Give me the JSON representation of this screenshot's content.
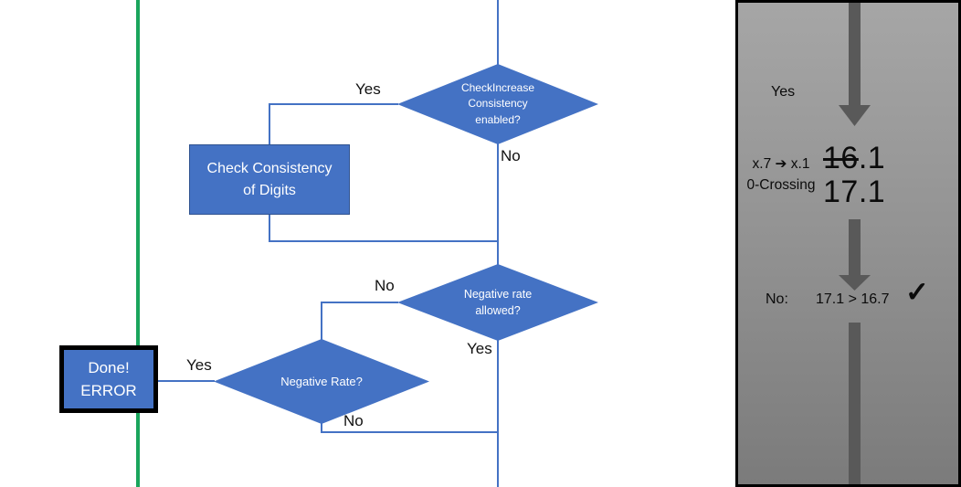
{
  "colors": {
    "shape_blue": "#4472C4",
    "shape_border_blue": "#2F528F",
    "connector_blue": "#4472C4",
    "green_line": "#1AA55C",
    "arrow_gray": "#595959",
    "panel_border": "#000000",
    "panel_gray_top": "#A6A6A6",
    "panel_gray_bottom": "#7B7B7B"
  },
  "flowchart": {
    "check_increase_diamond": {
      "line1": "CheckIncrease",
      "line2": "Consistency",
      "line3": "enabled?"
    },
    "check_consistency_rect": {
      "line1": "Check Consistency",
      "line2": "of Digits"
    },
    "negative_rate_allowed_diamond": {
      "line1": "Negative rate",
      "line2": "allowed?"
    },
    "negative_rate_diamond": {
      "label": "Negative Rate?"
    },
    "done_error_box": {
      "line1": "Done!",
      "line2": "ERROR"
    },
    "branch_labels": {
      "check_increase_yes": "Yes",
      "check_increase_no": "No",
      "rate_allowed_no": "No",
      "rate_allowed_yes": "Yes",
      "negative_rate_yes": "Yes",
      "negative_rate_no": "No"
    }
  },
  "panel": {
    "yes_label": "Yes",
    "crossing_line1": "x.7 ➔ x.1",
    "crossing_line2": "0-Crossing",
    "old_value_struck": "16",
    "old_value_rest": ".1",
    "new_value": "17.1",
    "no_label": "No:",
    "comparison": "17.1 > 16.7",
    "check_icon": "✓"
  }
}
